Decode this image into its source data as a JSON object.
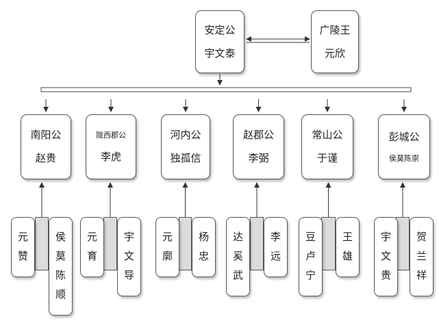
{
  "top": {
    "founder": {
      "title": "安定公",
      "name": "宇文泰"
    },
    "ally": {
      "title": "广陵王",
      "name": "元欣"
    }
  },
  "pillars": [
    {
      "title": "南阳公",
      "name": "赵贵",
      "left": [
        "元",
        "赞"
      ],
      "right": [
        "侯",
        "莫",
        "陈",
        "顺"
      ]
    },
    {
      "title": "陇西郡公",
      "name": "李虎",
      "left": [
        "元",
        "育"
      ],
      "right": [
        "宇",
        "文",
        "导"
      ]
    },
    {
      "title": "河内公",
      "name": "独孤信",
      "left": [
        "元",
        "廓"
      ],
      "right": [
        "杨",
        "忠"
      ]
    },
    {
      "title": "赵郡公",
      "name": "李弼",
      "left": [
        "达",
        "奚",
        "武"
      ],
      "right": [
        "李",
        "远"
      ]
    },
    {
      "title": "常山公",
      "name": "于谨",
      "left": [
        "豆",
        "卢",
        "宁"
      ],
      "right": [
        "王",
        "雄"
      ]
    },
    {
      "title": "彭城公",
      "name": "侯莫陈崇",
      "left": [
        "宇",
        "文",
        "贵"
      ],
      "right": [
        "贺",
        "兰",
        "祥"
      ]
    }
  ]
}
